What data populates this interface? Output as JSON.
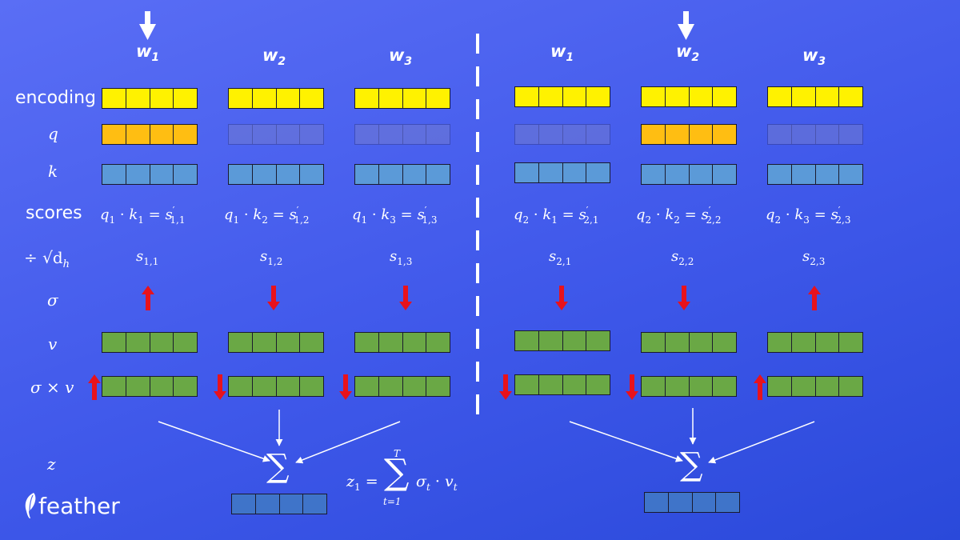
{
  "row_labels": {
    "encoding": "encoding",
    "q": "q",
    "k": "k",
    "scores": "scores",
    "scale": "÷ √d",
    "scale_sub": "h",
    "sigma": "σ",
    "v": "v",
    "sigma_v": "σ × v",
    "z": "z"
  },
  "words": [
    {
      "base": "w",
      "sub": "1"
    },
    {
      "base": "w",
      "sub": "2"
    },
    {
      "base": "w",
      "sub": "3"
    }
  ],
  "panels": [
    {
      "query_index": 1,
      "scores": [
        {
          "qs": "1",
          "ks": "1",
          "ss": "1,1"
        },
        {
          "qs": "1",
          "ks": "2",
          "ss": "1,2"
        },
        {
          "qs": "1",
          "ks": "3",
          "ss": "1,3"
        }
      ],
      "scaled": [
        "1,1",
        "1,2",
        "1,3"
      ],
      "sigma_dirs": [
        "up",
        "down",
        "down"
      ]
    },
    {
      "query_index": 2,
      "scores": [
        {
          "qs": "2",
          "ks": "1",
          "ss": "2,1"
        },
        {
          "qs": "2",
          "ks": "2",
          "ss": "2,2"
        },
        {
          "qs": "2",
          "ks": "3",
          "ss": "2,3"
        }
      ],
      "scaled": [
        "2,1",
        "2,2",
        "2,3"
      ],
      "sigma_dirs": [
        "down",
        "down",
        "up"
      ]
    }
  ],
  "sum_symbol": "∑",
  "formula": {
    "lhs": "z",
    "lhs_sub": "1",
    "equals": "=",
    "upper": "T",
    "lower": "t=1",
    "sigma": "σ",
    "sigma_sub": "t",
    "dot": "·",
    "v": "v",
    "v_sub": "t"
  },
  "logo": {
    "text": "feather"
  },
  "colors": {
    "encoding": "#fff200",
    "query": "#ffbe12",
    "key": "#5b9ad8",
    "value": "#6aa845",
    "output": "#3f74c9",
    "arrow_red": "#e8121c"
  }
}
